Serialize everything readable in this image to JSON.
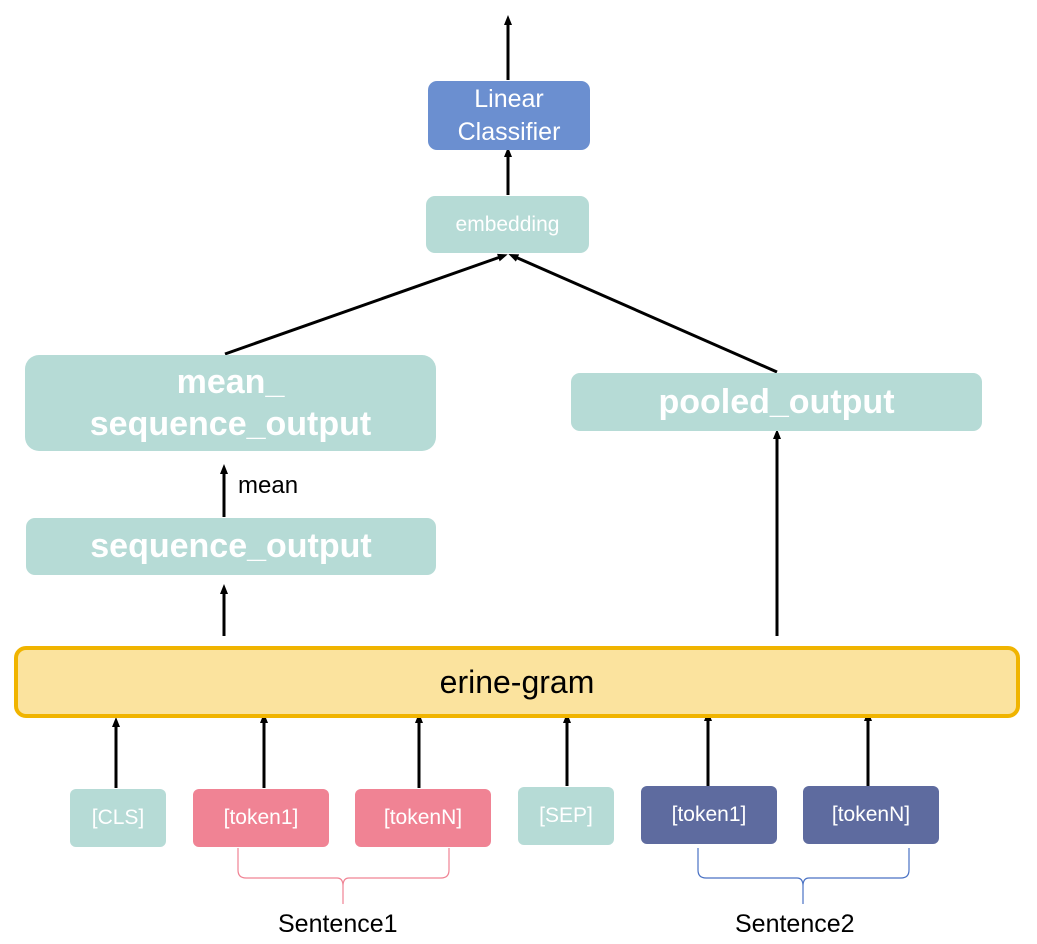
{
  "classifier_label": "Linear\nClassifier",
  "embedding_label": "embedding",
  "mean_seq_label": "mean_\nsequence_output",
  "pooled_label": "pooled_output",
  "sequence_label": "sequence_output",
  "mean_arrow_label": "mean",
  "model_label": "erine-gram",
  "tokens": {
    "cls": "[CLS]",
    "s1_token1": "[token1]",
    "s1_tokenN": "[tokenN]",
    "sep": "[SEP]",
    "s2_token1": "[token1]",
    "s2_tokenN": "[tokenN]"
  },
  "sentence1_label": "Sentence1",
  "sentence2_label": "Sentence2",
  "colors": {
    "teal": "#b6dbd6",
    "pink": "#f08394",
    "navy": "#5e6b9f",
    "classifier_blue": "#6b8fd0",
    "model_fill": "#fbe39e",
    "model_border": "#f0b400",
    "sentence1_brace": "#f08394",
    "sentence2_brace": "#4a72c4"
  }
}
